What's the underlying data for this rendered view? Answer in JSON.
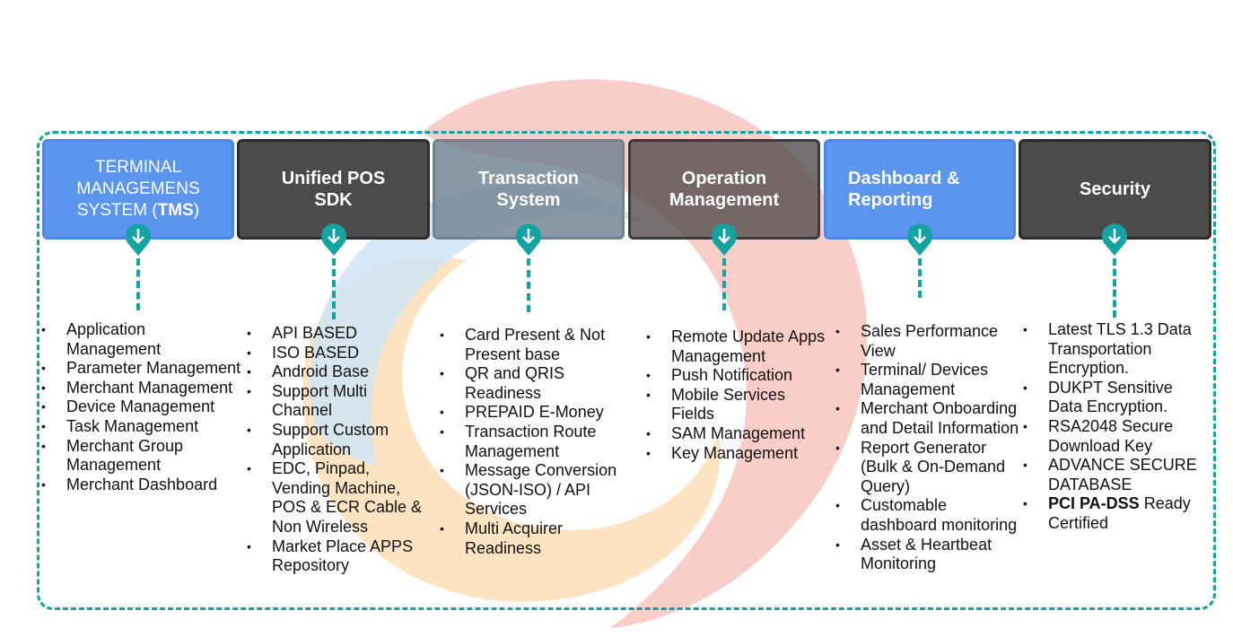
{
  "colors": {
    "accent_teal": "#13a3a3",
    "blue_card": "#5b95ee",
    "dark_card": "#4b4b4b",
    "bg_swirl_red": "#f6b3aa",
    "bg_swirl_orange": "#fbd8a8",
    "bg_swirl_blue": "#cfe4f4"
  },
  "icons": {
    "marker": "down-arrow-marker-icon"
  },
  "columns": [
    {
      "id": "tms",
      "header_line1": "TERMINAL",
      "header_line2": "MANAGEMENS",
      "header_line3a": "SYSTEM (",
      "header_line3b": "TMS",
      "header_line3c": ")",
      "items": [
        "Application Management",
        "Parameter Management",
        "Merchant Management",
        "Device Management",
        "Task Management",
        "Merchant Group Management",
        "Merchant Dashboard"
      ]
    },
    {
      "id": "unified-pos-sdk",
      "header": "Unified POS SDK",
      "items": [
        "API BASED",
        "ISO BASED",
        "Android Base",
        "Support Multi Channel",
        "Support Custom Application",
        "EDC, Pinpad, Vending Machine, POS & ECR Cable & Non Wireless",
        "Market Place APPS Repository"
      ]
    },
    {
      "id": "transaction-system",
      "header": "Transaction System",
      "items": [
        "Card Present & Not Present base",
        "QR and QRIS Readiness",
        "PREPAID E-Money",
        "Transaction Route Management",
        "Message Conversion (JSON-ISO) / API Services",
        "Multi Acquirer Readiness"
      ]
    },
    {
      "id": "operation-management",
      "header": "Operation Management",
      "items": [
        "Remote Update Apps Management",
        "Push Notification",
        "Mobile Services Fields",
        "SAM Management",
        "Key Management"
      ]
    },
    {
      "id": "dashboard-reporting",
      "header": "Dashboard & Reporting",
      "items": [
        "Sales Performance View",
        "Terminal/ Devices Management",
        "Merchant Onboarding and Detail  Information",
        "Report Generator (Bulk & On-Demand Query)",
        "Customable dashboard monitoring",
        "Asset & Heartbeat Monitoring"
      ]
    },
    {
      "id": "security",
      "header": "Security",
      "items": [
        "Latest TLS 1.3 Data Transportation Encryption.",
        "DUKPT Sensitive Data Encryption.",
        "RSA2048 Secure Download Key",
        "ADVANCE SECURE DATABASE"
      ],
      "last_item_bold": "PCI PA-DSS",
      "last_item_rest": " Ready Certified"
    }
  ]
}
